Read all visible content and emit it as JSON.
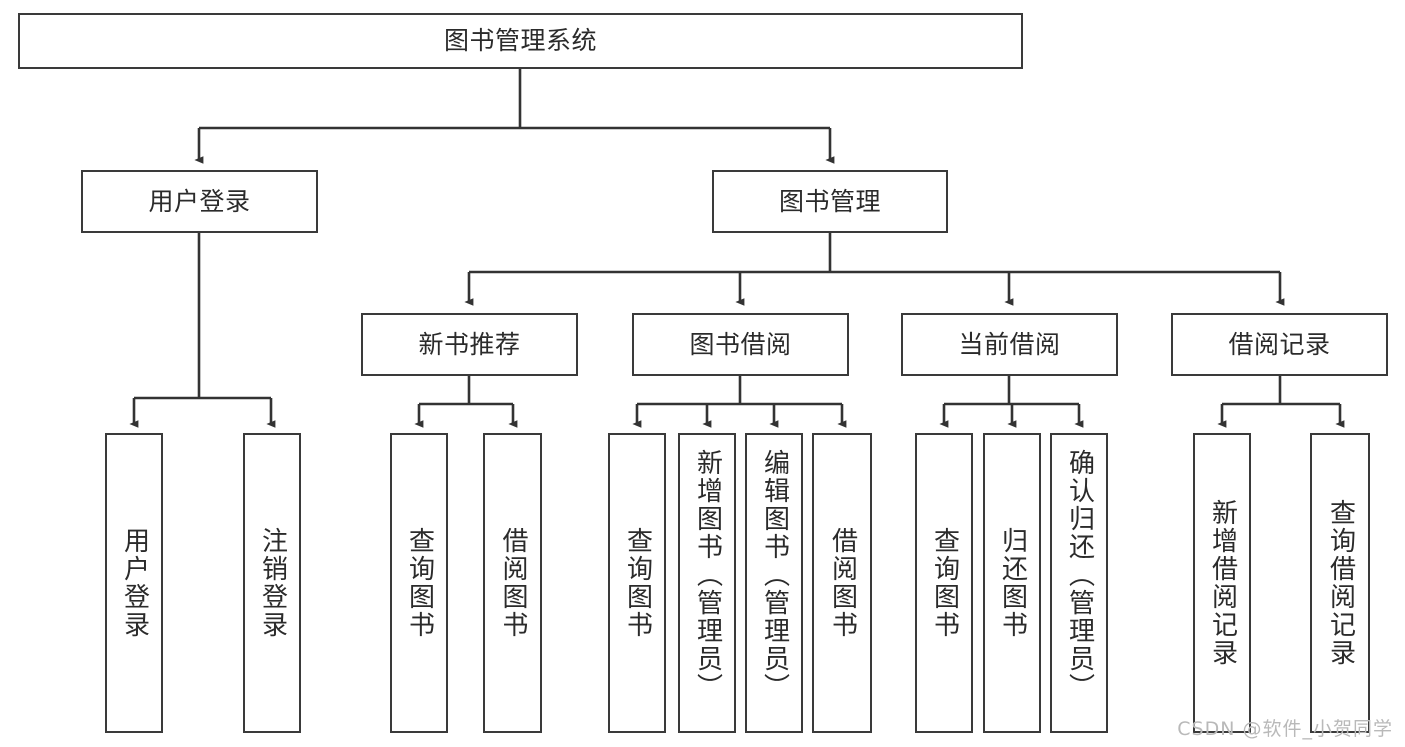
{
  "diagram": {
    "title": "图书管理系统",
    "type": "tree",
    "watermark": "CSDN @软件_小贺同学",
    "colors": {
      "border": "#3a3a3a",
      "text": "#2b2b2b",
      "background": "#ffffff",
      "edge": "#333333",
      "watermark": "#b9b9b9"
    }
  },
  "root": {
    "label": "图书管理系统"
  },
  "level2": [
    {
      "label": "用户登录"
    },
    {
      "label": "图书管理"
    }
  ],
  "level3": [
    {
      "label": "新书推荐"
    },
    {
      "label": "图书借阅"
    },
    {
      "label": "当前借阅"
    },
    {
      "label": "借阅记录"
    }
  ],
  "leaves": {
    "user_login": [
      {
        "label": "用户登录"
      },
      {
        "label": "注销登录"
      }
    ],
    "new_book": [
      {
        "label": "查询图书"
      },
      {
        "label": "借阅图书"
      }
    ],
    "book_borrow": [
      {
        "label": "查询图书"
      },
      {
        "label": "新增图书（管理员）"
      },
      {
        "label": "编辑图书（管理员）"
      },
      {
        "label": "借阅图书"
      }
    ],
    "current_borrow": [
      {
        "label": "查询图书"
      },
      {
        "label": "归还图书"
      },
      {
        "label": "确认归还（管理员）"
      }
    ],
    "borrow_record": [
      {
        "label": "新增借阅记录"
      },
      {
        "label": "查询借阅记录"
      }
    ]
  }
}
